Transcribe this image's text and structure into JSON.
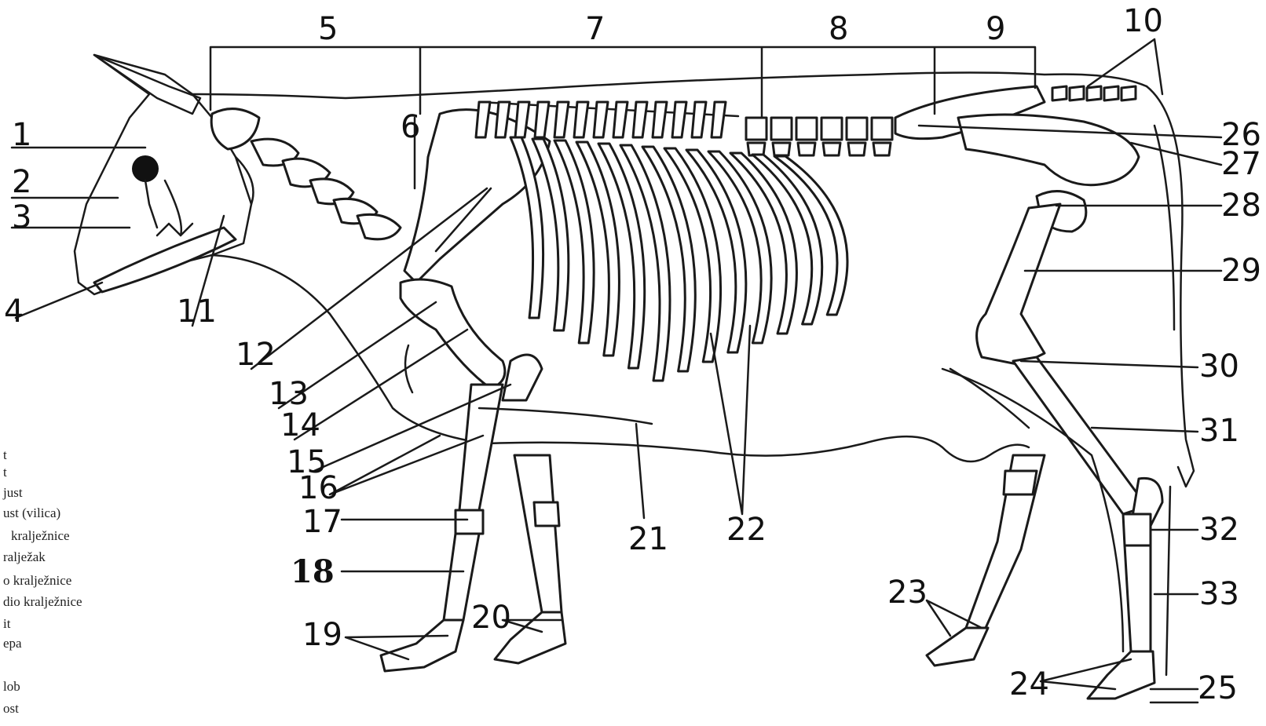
{
  "diagram": {
    "labels": {
      "l1": "1",
      "l2": "2",
      "l3": "3",
      "l4": "4",
      "l5": "5",
      "l6": "6",
      "l7": "7",
      "l8": "8",
      "l9": "9",
      "l10": "10",
      "l11": "11",
      "l12": "12",
      "l13": "13",
      "l14": "14",
      "l15": "15",
      "l16": "16",
      "l17": "17",
      "l18": "18",
      "l19": "19",
      "l20": "20",
      "l21": "21",
      "l22": "22",
      "l23": "23",
      "l24": "24",
      "l25": "25",
      "l26": "26",
      "l27": "27",
      "l28": "28",
      "l29": "29",
      "l30": "30",
      "l31": "31",
      "l32": "32",
      "l33": "33"
    },
    "legend_fragments": [
      "t",
      "t",
      "just",
      "ust (vilica)",
      "kralježnice",
      "ralježak",
      "o kralježnice",
      "dio kralježnice",
      "it",
      "epa",
      "lob",
      "ost"
    ]
  }
}
